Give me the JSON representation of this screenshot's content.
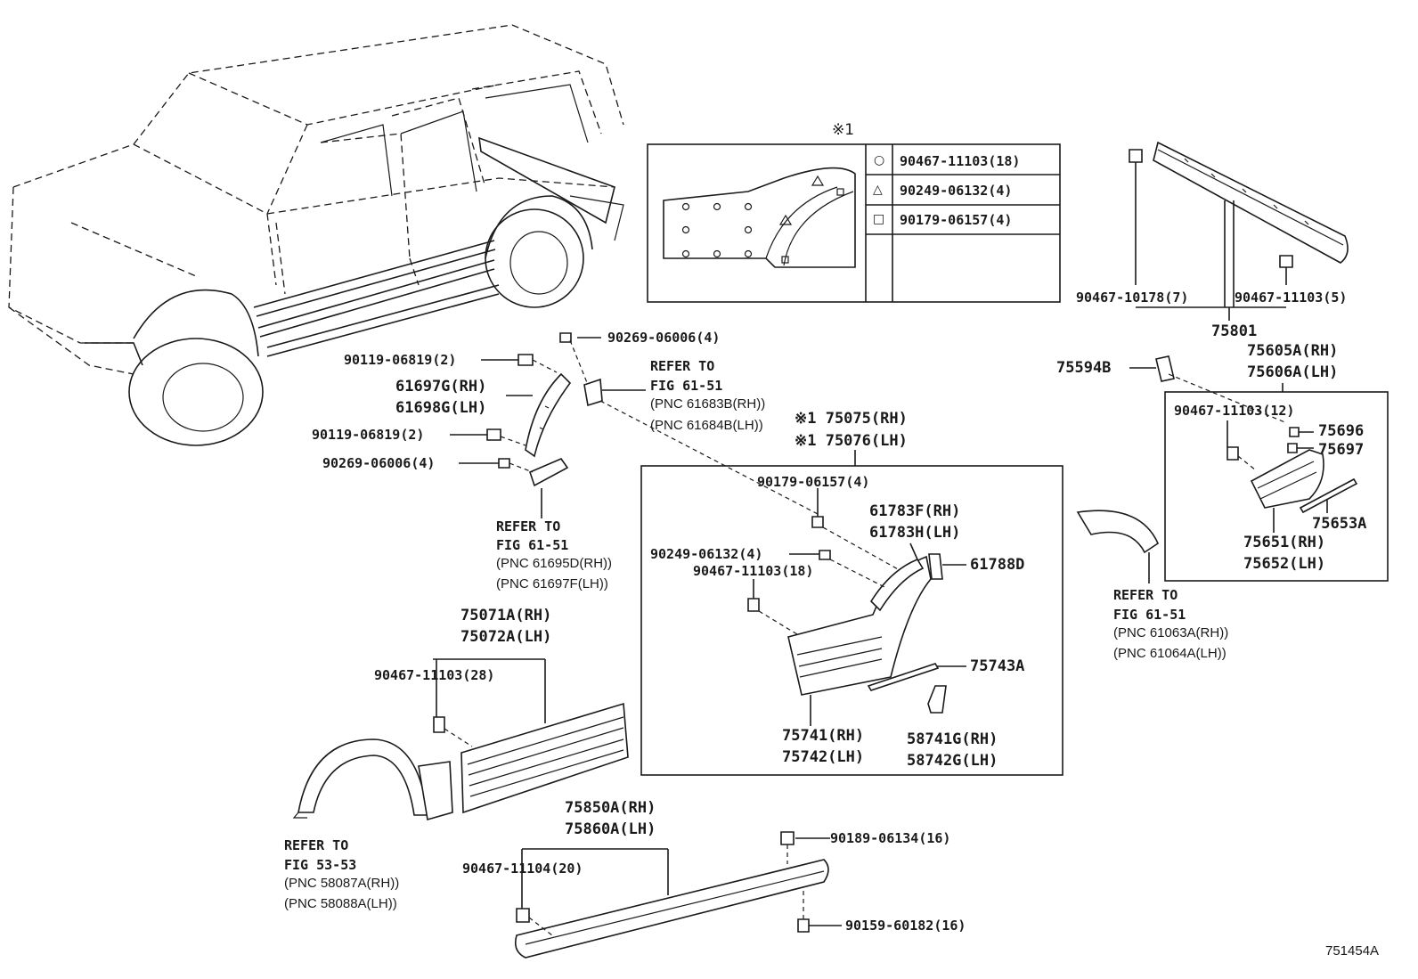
{
  "figure_id": "751454A",
  "legend": {
    "title": "※1",
    "rows": [
      {
        "symbol": "○",
        "part": "90467-11103(18)"
      },
      {
        "symbol": "△",
        "part": "90249-06132(4)"
      },
      {
        "symbol": "□",
        "part": "90179-06157(4)"
      }
    ]
  },
  "callouts": {
    "c01": "90269-06006(4)",
    "c02": "90119-06819(2)",
    "c03a": "61697G(RH)",
    "c03b": "61698G(LH)",
    "c04": "90119-06819(2)",
    "c05": "90269-06006(4)",
    "c06a": "REFER TO",
    "c06b": "FIG 61-51",
    "c06c": "(PNC 61683B(RH))",
    "c06d": "(PNC 61684B(LH))",
    "c07a": "REFER TO",
    "c07b": "FIG 61-51",
    "c07c": "(PNC 61695D(RH))",
    "c07d": "(PNC 61697F(LH))",
    "c08a": "※1 75075(RH)",
    "c08b": "※1 75076(LH)",
    "c09": "90179-06157(4)",
    "c10a": "61783F(RH)",
    "c10b": "61783H(LH)",
    "c11": "90249-06132(4)",
    "c12": "61788D",
    "c13": "90467-11103(18)",
    "c14": "75743A",
    "c15a": "75741(RH)",
    "c15b": "75742(LH)",
    "c16a": "58741G(RH)",
    "c16b": "58742G(LH)",
    "c17a": "75071A(RH)",
    "c17b": "75072A(LH)",
    "c18": "90467-11103(28)",
    "c19a": "REFER TO",
    "c19b": "FIG 53-53",
    "c19c": "(PNC 58087A(RH))",
    "c19d": "(PNC 58088A(LH))",
    "c20a": "75850A(RH)",
    "c20b": "75860A(LH)",
    "c21": "90467-11104(20)",
    "c22": "90189-06134(16)",
    "c23": "90159-60182(16)",
    "c24": "90467-10178(7)",
    "c25": "90467-11103(5)",
    "c26": "75801",
    "c27": "75594B",
    "c28a": "75605A(RH)",
    "c28b": "75606A(LH)",
    "c29": "90467-11103(12)",
    "c30": "75696",
    "c31": "75697",
    "c32": "75653A",
    "c33a": "75651(RH)",
    "c33b": "75652(LH)",
    "c34a": "REFER TO",
    "c34b": "FIG 61-51",
    "c34c": "(PNC 61063A(RH))",
    "c34d": "(PNC 61064A(LH))"
  }
}
